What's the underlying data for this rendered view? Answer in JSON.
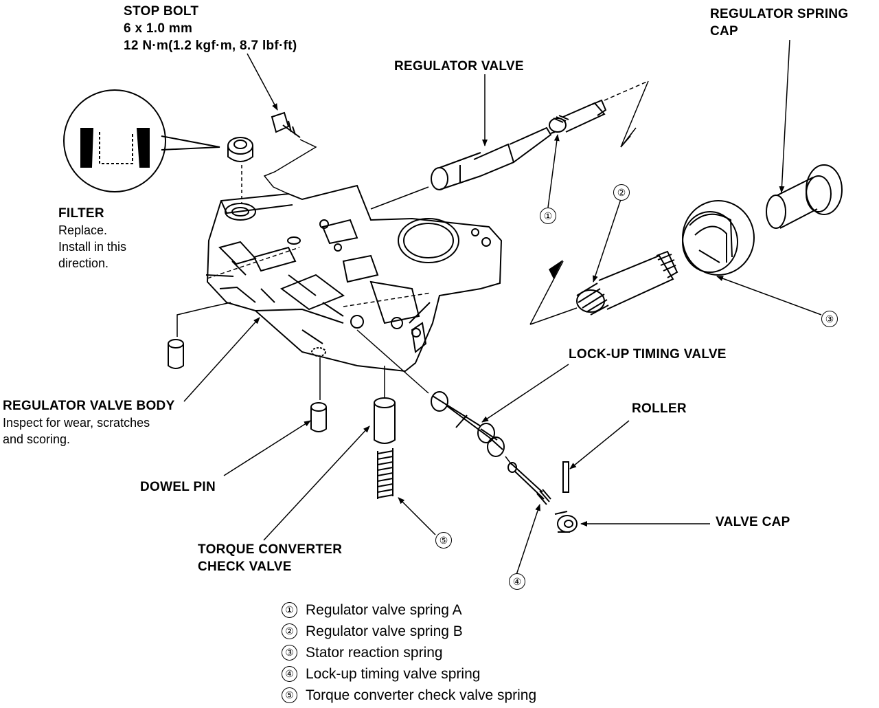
{
  "labels": {
    "stop_bolt": [
      "STOP BOLT",
      "6 x 1.0 mm",
      "12 N·m(1.2 kgf·m, 8.7 lbf·ft)"
    ],
    "regulator_valve": "REGULATOR VALVE",
    "regulator_spring_cap": [
      "REGULATOR SPRING",
      "CAP"
    ],
    "filter_title": "FILTER",
    "filter_note": [
      "Replace.",
      "Install in this",
      "direction."
    ],
    "regulator_valve_body_title": "REGULATOR VALVE BODY",
    "regulator_valve_body_note": [
      "Inspect for wear, scratches",
      "and scoring."
    ],
    "dowel_pin": "DOWEL PIN",
    "torque_converter_check_valve": [
      "TORQUE CONVERTER",
      "CHECK VALVE"
    ],
    "lockup_timing_valve": "LOCK-UP TIMING VALVE",
    "roller": "ROLLER",
    "valve_cap": "VALVE CAP"
  },
  "callouts": [
    "①",
    "②",
    "③",
    "④",
    "⑤"
  ],
  "legend": [
    {
      "num": "①",
      "text": "Regulator valve spring A"
    },
    {
      "num": "②",
      "text": "Regulator valve spring B"
    },
    {
      "num": "③",
      "text": "Stator reaction spring"
    },
    {
      "num": "④",
      "text": "Lock-up timing valve spring"
    },
    {
      "num": "⑤",
      "text": "Torque converter check valve spring"
    }
  ]
}
